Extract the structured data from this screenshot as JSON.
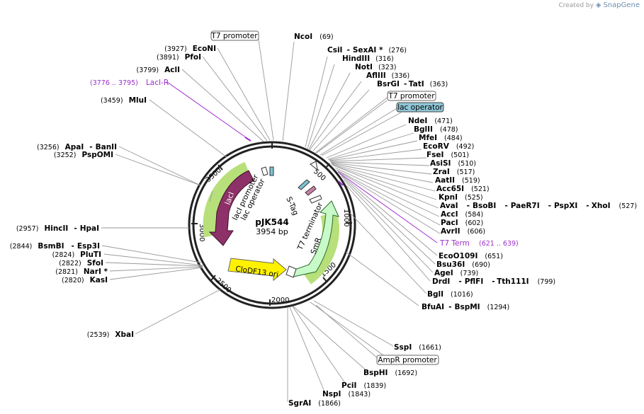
{
  "credit": {
    "prefix": "Created by",
    "brand": "SnapGene"
  },
  "plasmid": {
    "name": "pJK544",
    "length": "3954 bp"
  },
  "ticks": [
    "500",
    "1000",
    "1500",
    "2000",
    "2500",
    "3000",
    "3500"
  ],
  "features": {
    "laci": "lacI",
    "lacI_promoter": "lacI promoter",
    "lac_operator": "lac operator",
    "s_tag": "S-Tag",
    "t7_terminator": "T7 terminator",
    "smr": "SmR",
    "ori": "CloDF13 ori"
  },
  "boxed": {
    "t7_promoter_top": "T7 promoter",
    "t7_promoter_right": "T7 promoter",
    "lac_operator": "lac operator",
    "ampr_promoter": "AmpR promoter"
  },
  "primers": {
    "laci_r": {
      "pos": "(3776 .. 3795)",
      "name": "LacI-R"
    },
    "t7_term": {
      "name": "T7 Term",
      "pos": "(621 .. 639)"
    }
  },
  "sites": {
    "ncoi": {
      "name": "NcoI",
      "pos": "(69)"
    },
    "csii": {
      "name": "CsiI",
      "sep": "-",
      "name2": "SexAI *",
      "pos": "(276)"
    },
    "hindiii": {
      "name": "HindIII",
      "pos": "(316)"
    },
    "noti": {
      "name": "NotI",
      "pos": "(323)"
    },
    "afliii": {
      "name": "AflIII",
      "pos": "(336)"
    },
    "bsrgi": {
      "name": "BsrGI",
      "sep": "-",
      "name2": "TatI",
      "pos": "(363)"
    },
    "ndei": {
      "name": "NdeI",
      "pos": "(471)"
    },
    "bglii": {
      "name": "BglII",
      "pos": "(478)"
    },
    "mfei": {
      "name": "MfeI",
      "pos": "(484)"
    },
    "ecorv": {
      "name": "EcoRV",
      "pos": "(492)"
    },
    "fsei": {
      "name": "FseI",
      "pos": "(501)"
    },
    "asisi": {
      "name": "AsiSI",
      "pos": "(510)"
    },
    "zrai": {
      "name": "ZraI",
      "pos": "(517)"
    },
    "aatii": {
      "name": "AatII",
      "pos": "(519)"
    },
    "acc65i": {
      "name": "Acc65I",
      "pos": "(521)"
    },
    "kpni": {
      "name": "KpnI",
      "pos": "(525)"
    },
    "avai": {
      "name": "AvaI",
      "s1": "-",
      "n2": "BsoBI",
      "s2": "-",
      "n3": "PaeR7I",
      "s3": "-",
      "n4": "PspXI",
      "s4": "-",
      "n5": "XhoI",
      "pos": "(527)"
    },
    "acci": {
      "name": "AccI",
      "pos": "(584)"
    },
    "paci": {
      "name": "PacI",
      "pos": "(602)"
    },
    "avrii": {
      "name": "AvrII",
      "pos": "(606)"
    },
    "ecoo109i": {
      "name": "EcoO109I",
      "pos": "(651)"
    },
    "bsu36i": {
      "name": "Bsu36I",
      "pos": "(690)"
    },
    "agei": {
      "name": "AgeI",
      "pos": "(739)"
    },
    "drdi": {
      "name": "DrdI",
      "s1": "-",
      "n2": "PflFI",
      "s2": "-",
      "n3": "Tth111I",
      "pos": "(799)"
    },
    "bgli": {
      "name": "BglI",
      "pos": "(1016)"
    },
    "bfuai": {
      "name": "BfuAI",
      "sep": "-",
      "name2": "BspMI",
      "pos": "(1294)"
    },
    "sspi": {
      "name": "SspI",
      "pos": "(1661)"
    },
    "bsphi": {
      "name": "BspHI",
      "pos": "(1692)"
    },
    "pcii": {
      "name": "PciI",
      "pos": "(1839)"
    },
    "nspi": {
      "name": "NspI",
      "pos": "(1843)"
    },
    "sgrai": {
      "name": "SgrAI",
      "pos": "(1866)"
    },
    "xbai": {
      "pos": "(2539)",
      "name": "XbaI"
    },
    "kasi": {
      "pos": "(2820)",
      "name": "KasI"
    },
    "nari": {
      "pos": "(2821)",
      "name": "NarI *"
    },
    "sfoi": {
      "pos": "(2822)",
      "name": "SfoI"
    },
    "pluti": {
      "pos": "(2824)",
      "name": "PluTI"
    },
    "bsmbi": {
      "pos": "(2844)",
      "name": "BsmBI",
      "sep": "-",
      "name2": "Esp3I"
    },
    "hincii": {
      "pos": "(2957)",
      "name": "HincII",
      "sep": "-",
      "name2": "HpaI"
    },
    "pspomi": {
      "pos": "(3252)",
      "name": "PspOMI"
    },
    "apai": {
      "pos": "(3256)",
      "name": "ApaI",
      "sep": "-",
      "name2": "BanII"
    },
    "mlui": {
      "pos": "(3459)",
      "name": "MluI"
    },
    "acli": {
      "pos": "(3799)",
      "name": "AclI"
    },
    "pfoi": {
      "pos": "(3891)",
      "name": "PfoI"
    },
    "econi": {
      "pos": "(3927)",
      "name": "EcoNI"
    }
  }
}
